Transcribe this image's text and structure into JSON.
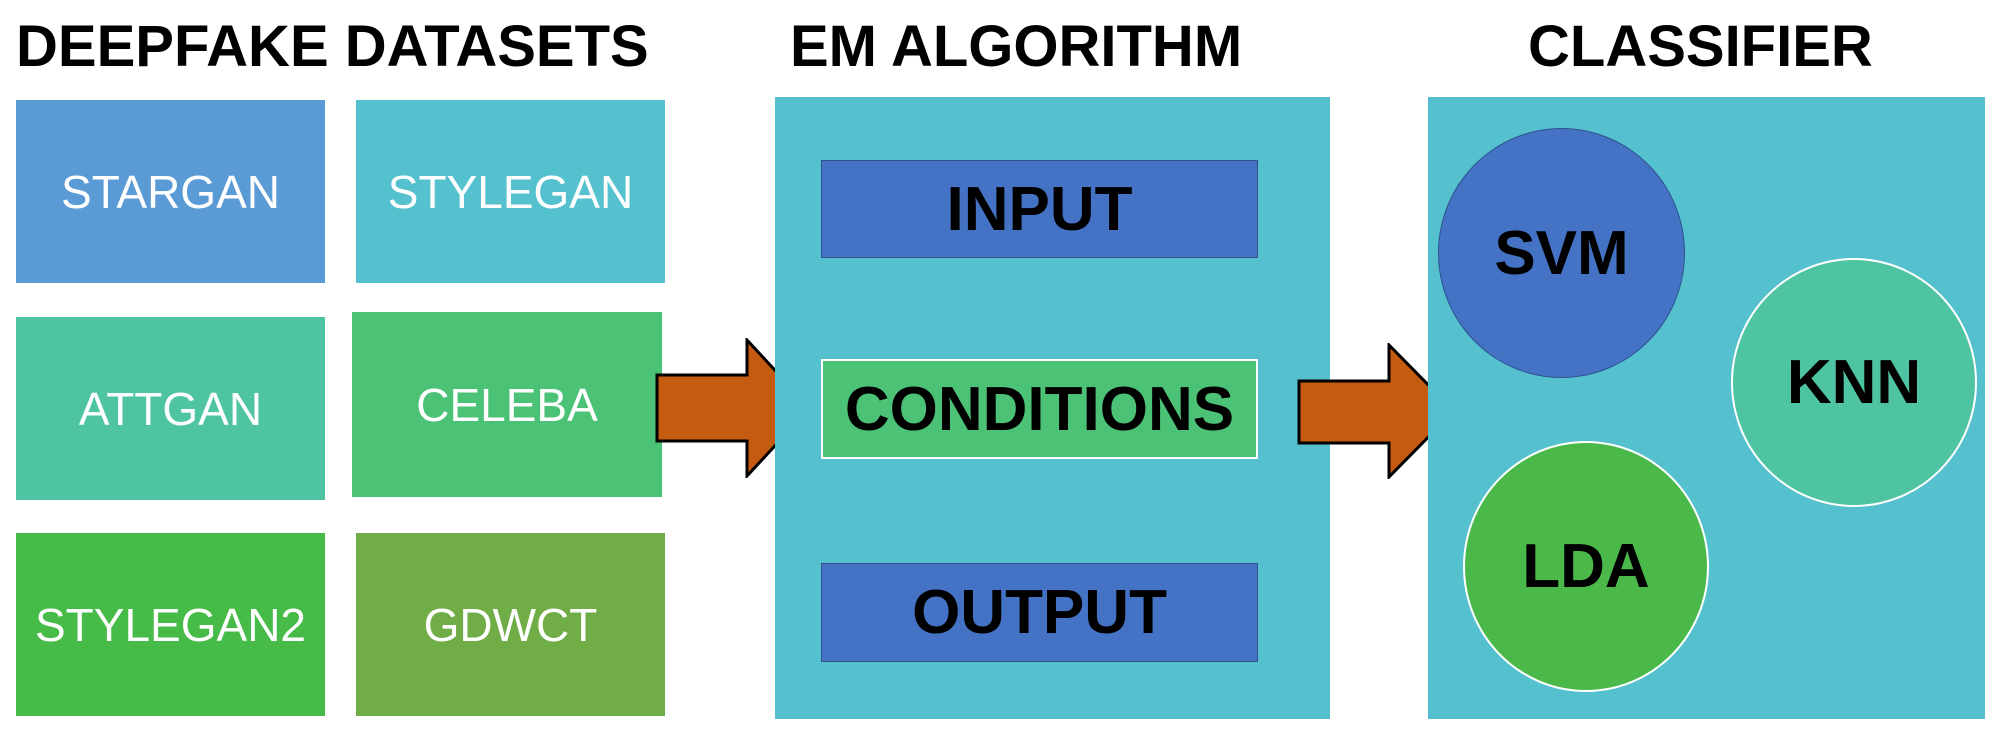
{
  "headings": {
    "datasets": "DEEPFAKE DATASETS",
    "em": "EM ALGORITHM",
    "classifier": "CLASSIFIER"
  },
  "datasets": [
    {
      "label": "STARGAN",
      "color": "#5b9bd5"
    },
    {
      "label": "STYLEGAN",
      "color": "#55c1cf"
    },
    {
      "label": "ATTGAN",
      "color": "#4fc4a2"
    },
    {
      "label": "CELEBA",
      "color": "#4cc277"
    },
    {
      "label": "STYLEGAN2",
      "color": "#46bb47"
    },
    {
      "label": "GDWCT",
      "color": "#70ad47"
    }
  ],
  "em_algorithm": {
    "input": "INPUT",
    "conditions": "CONDITIONS",
    "output": "OUTPUT",
    "panel_color": "#55c1cf",
    "input_color": "#4472c4",
    "conditions_color": "#4cc277",
    "output_color": "#4472c4"
  },
  "classifiers": [
    {
      "label": "SVM",
      "color": "#4472c4"
    },
    {
      "label": "KNN",
      "color": "#4fc4a2"
    },
    {
      "label": "LDA",
      "color": "#4ab94a"
    }
  ],
  "arrow_color": "#c55a11"
}
